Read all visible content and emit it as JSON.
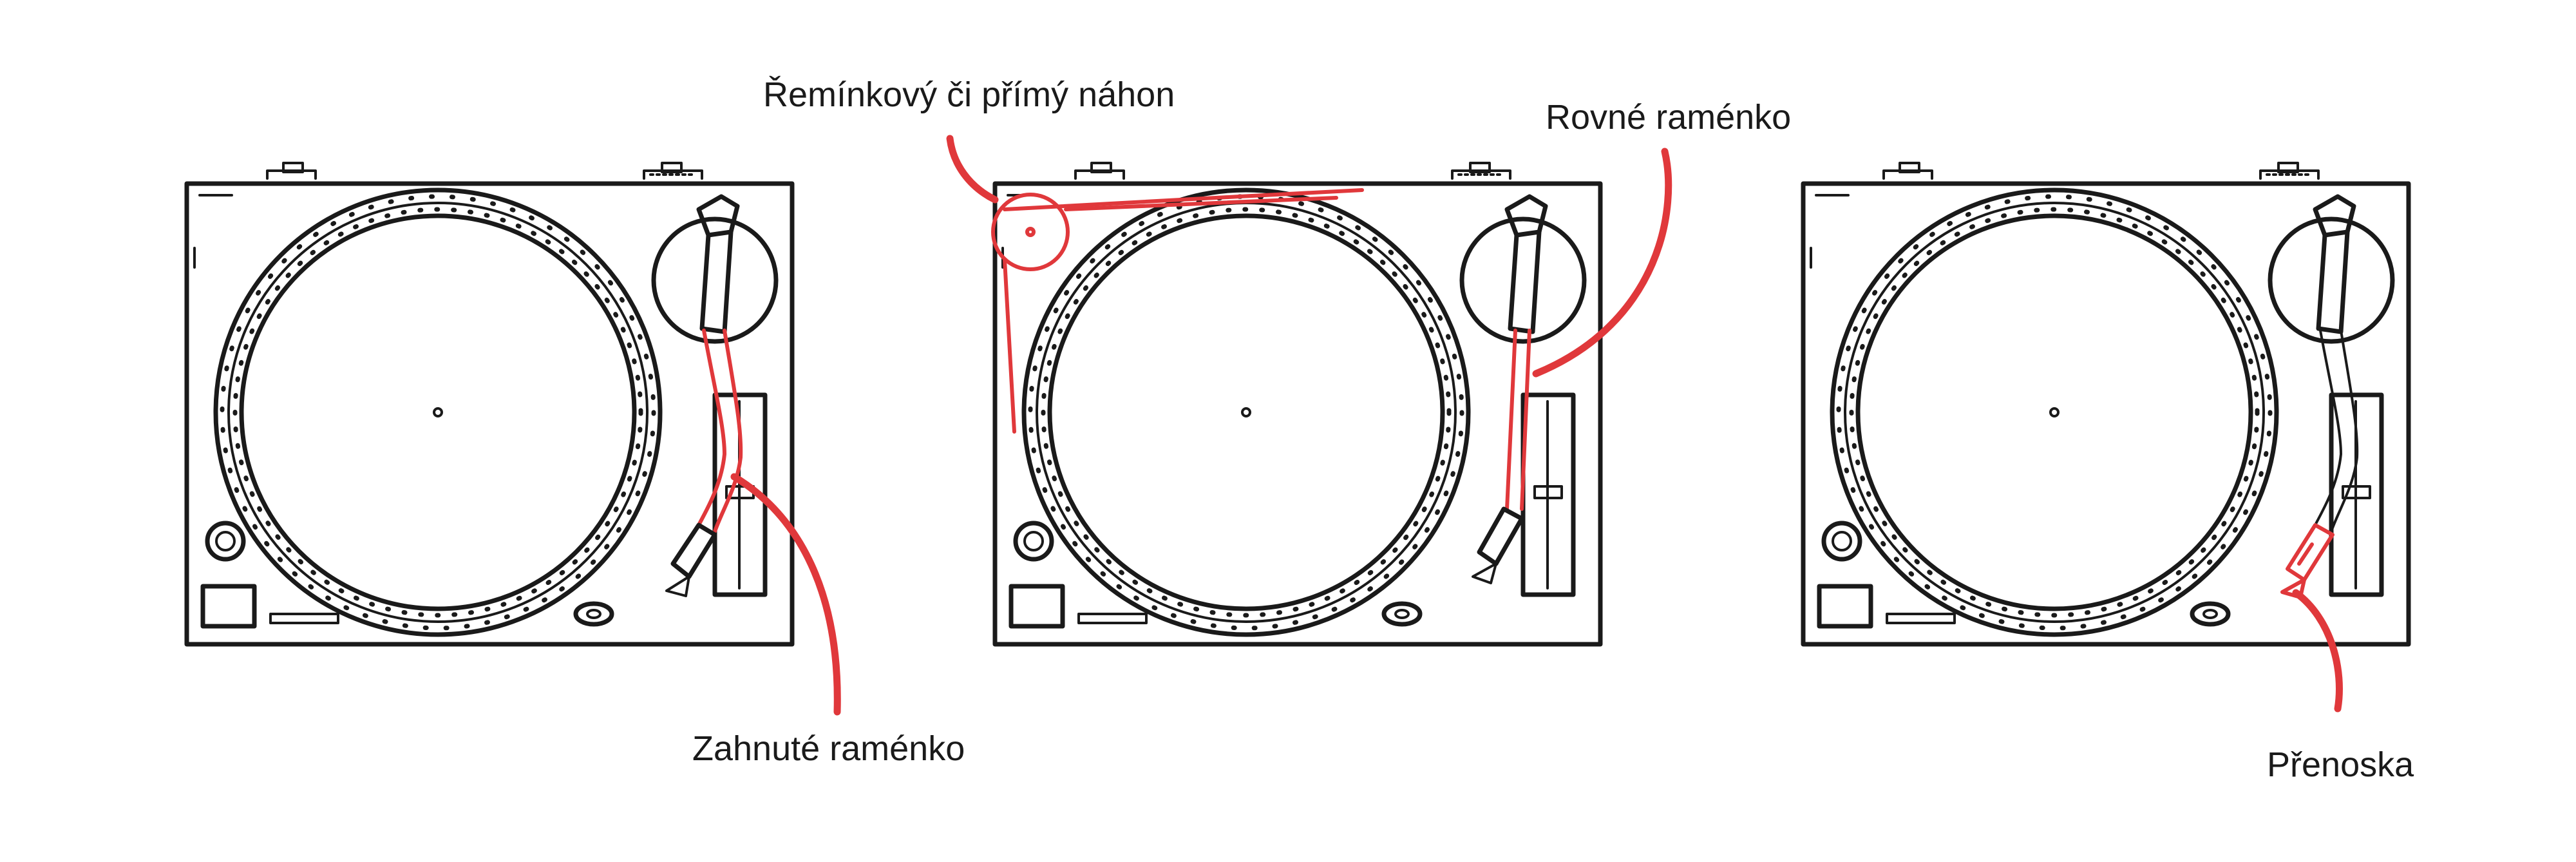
{
  "labels": {
    "belt_drive": "Řemínkový či přímý náhon",
    "straight_arm": "Rovné raménko",
    "curved_arm": "Zahnuté raménko",
    "cartridge": "Přenoska"
  },
  "colors": {
    "ink": "#1a1a1a",
    "highlight": "#e0383b",
    "background": "#ffffff"
  }
}
